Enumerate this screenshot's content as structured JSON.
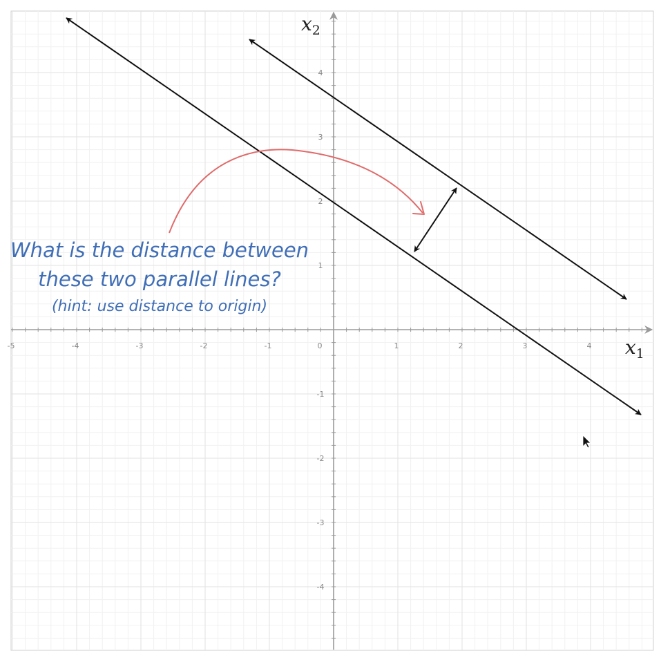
{
  "axes": {
    "x_name": "x",
    "x_sub": "1",
    "y_name": "x",
    "y_sub": "2",
    "x_ticks": [
      "-5",
      "-4",
      "-3",
      "-2",
      "-1",
      "0",
      "1",
      "2",
      "3",
      "4"
    ],
    "y_ticks": [
      "4",
      "3",
      "2",
      "1",
      "-1",
      "-2",
      "-3",
      "-4"
    ]
  },
  "question": {
    "line1": "What is the distance between",
    "line2": "these two parallel lines?",
    "hint": "(hint: use distance to origin)"
  },
  "colors": {
    "grid": "#e2e2e2",
    "axis": "#9a9a9a",
    "line": "#111111",
    "curve": "#e06b6b",
    "text": "#3f6eb6"
  },
  "icons": {
    "cursor": "mouse-pointer-icon"
  }
}
